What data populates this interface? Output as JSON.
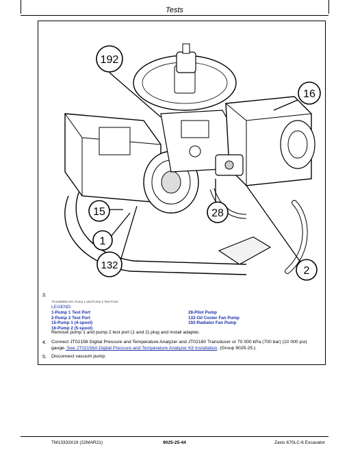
{
  "header": {
    "section_title": "Tests"
  },
  "figure": {
    "caption": "TX1195685-UN: Pump 1 and Pump 2 Test Ports",
    "callouts": [
      "192",
      "16",
      "15",
      "28",
      "1",
      "132",
      "2"
    ]
  },
  "step3": {
    "number": "3.",
    "legend_title": "LEGEND:",
    "legend": [
      "1-Pump 1 Test Port",
      "28-Pilot Pump",
      "2-Pump 2 Test Port",
      "132-Oil Cooler Fan Pump",
      "15-Pump 1 (4-spool)",
      "192-Radiator Fan Pump",
      "16-Pump 2 (5-spool)"
    ],
    "text": "Remove pump 1 and pump 2 test port (1 and 2) plug and install adapter."
  },
  "step4": {
    "number": "4.",
    "text_a": "Connect JT02158 Digital Pressure and Temperature Analyzer and JT02160 Transducer or 70 000 kPa (700 bar) (10 000 psi)",
    "text_b": "gauge.",
    "link": " See JT02156A Digital Pressure and Temperature Analyzer Kit Installation",
    "text_c": ". (Group 9025-25.)"
  },
  "step5": {
    "number": "5.",
    "text": "Disconnect vacuum pump."
  },
  "footer": {
    "left": "TM13333X19 (22MAR21)",
    "center": "9025-25-44",
    "right": "Zaxis 670LC-6 Excavator"
  },
  "colors": {
    "link": "#1a2fa8"
  }
}
